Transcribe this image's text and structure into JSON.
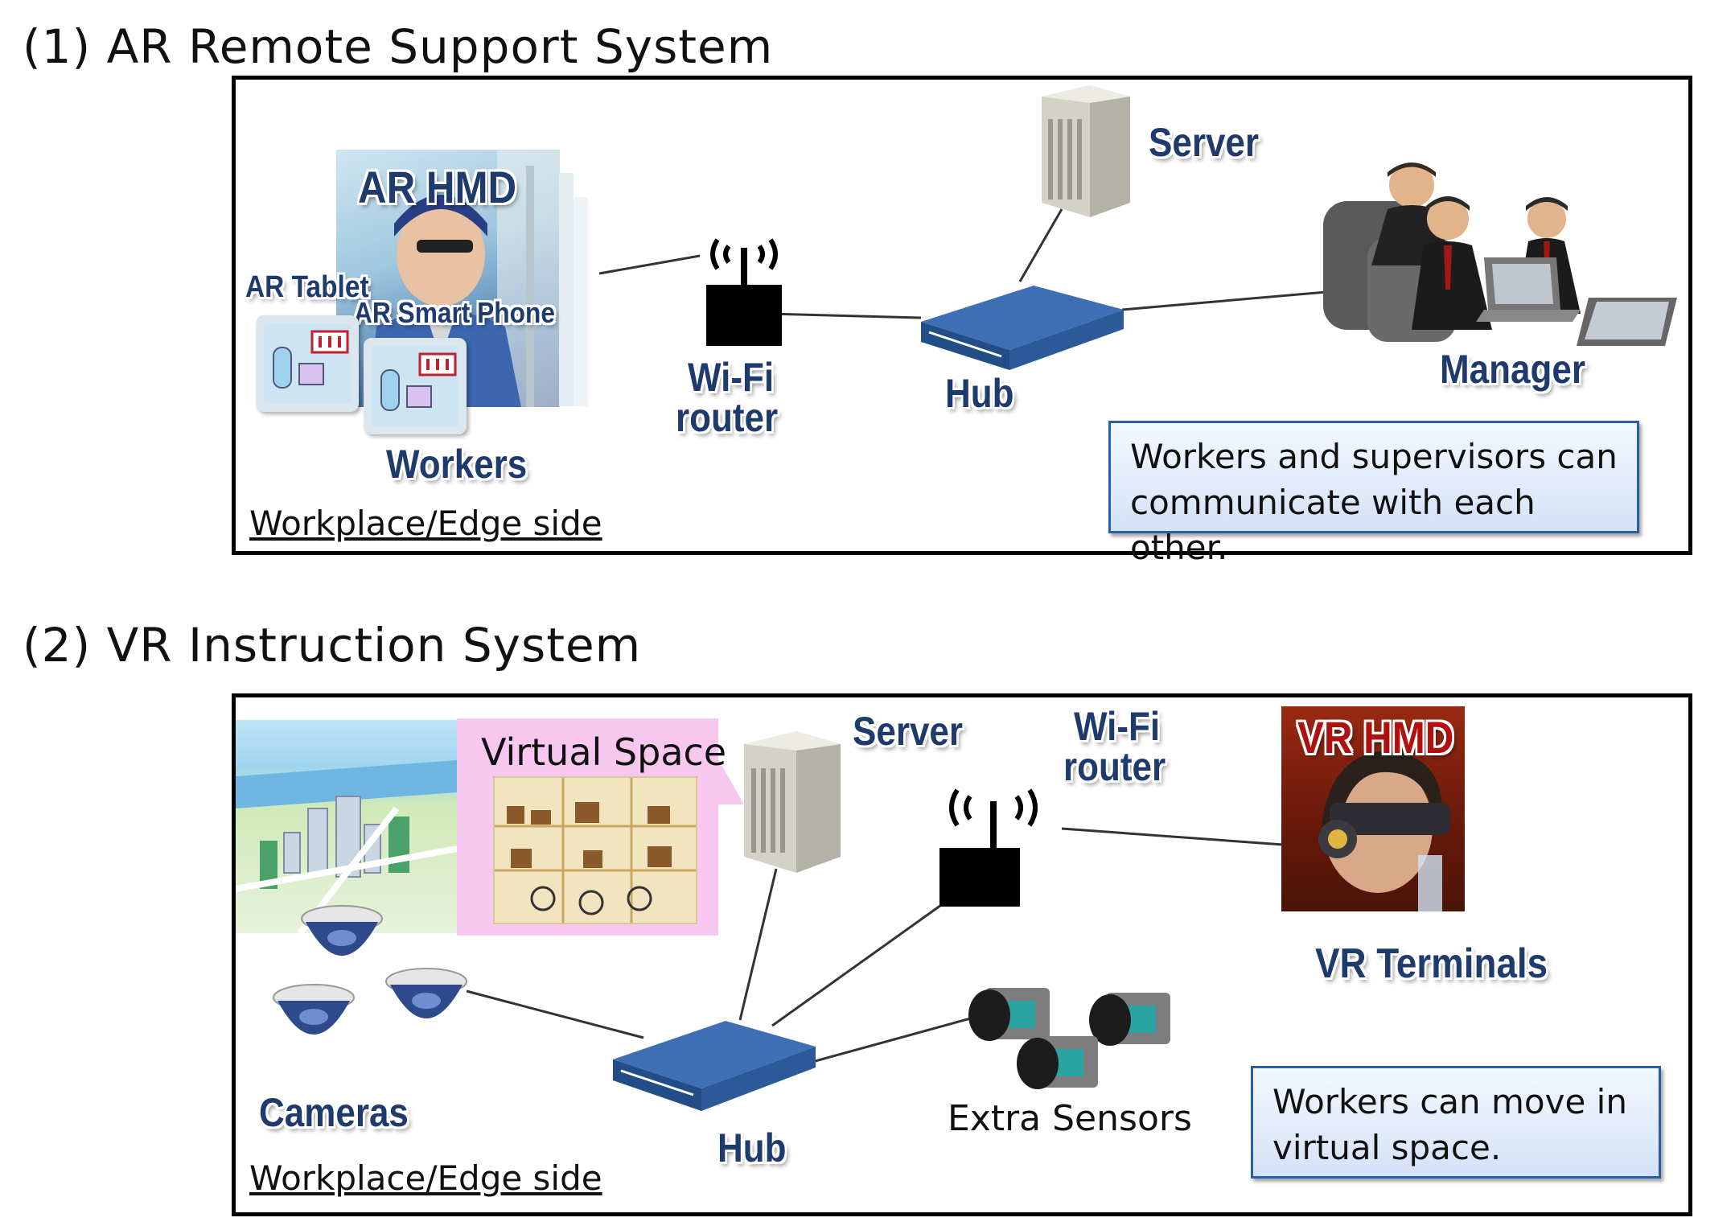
{
  "section1": {
    "title": "(1) AR Remote Support System",
    "labels": {
      "ar_hmd": "AR HMD",
      "ar_tablet": "AR Tablet",
      "ar_smartphone": "AR Smart Phone",
      "workers": "Workers",
      "wifi_router_line1": "Wi-Fi",
      "wifi_router_line2": "router",
      "hub": "Hub",
      "server": "Server",
      "manager": "Manager",
      "edge": "Workplace/Edge side"
    },
    "note_line1": "Workers and supervisors can",
    "note_line2": "communicate with each other."
  },
  "section2": {
    "title": "(2) VR Instruction System",
    "labels": {
      "virtual_space": "Virtual Space",
      "server": "Server",
      "wifi_router_line1": "Wi-Fi",
      "wifi_router_line2": "router",
      "vr_hmd": "VR HMD",
      "vr_terminals": "VR Terminals",
      "cameras": "Cameras",
      "hub": "Hub",
      "extra_sensors": "Extra Sensors",
      "edge": "Workplace/Edge side"
    },
    "note_line1": "Workers can move in",
    "note_line2": "virtual space."
  },
  "colors": {
    "label_blue": "#1f3b6e",
    "hub_blue": "#2f5f9e",
    "note_border": "#2b5fa5"
  },
  "icons": [
    "server-icon",
    "wifi-router-icon",
    "hub-icon",
    "camera-icon",
    "sensor-icon",
    "manager-icon",
    "tablet-icon",
    "smartphone-icon"
  ]
}
